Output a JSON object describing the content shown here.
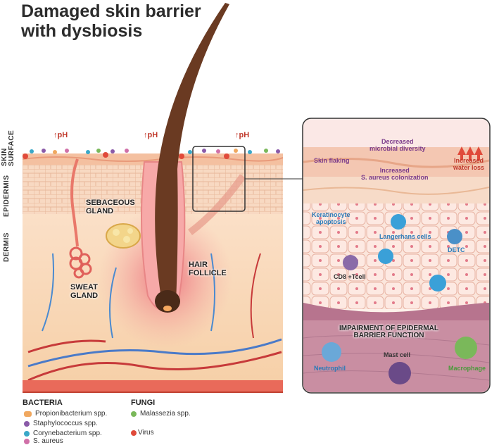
{
  "title_line1": "Damaged skin barrier",
  "title_line2": "with dysbiosis",
  "side_labels": {
    "skin_surface": "SKIN\nSURFACE",
    "epidermis": "EPIDERMIS",
    "dermis": "DERMIS"
  },
  "ph_label": "↑pH",
  "main_labels": {
    "sebaceous_gland": "SEBACEOUS\nGLAND",
    "hair_follicle": "HAIR\nFOLLICLE",
    "sweat_gland": "SWEAT\nGLAND"
  },
  "panel_labels": {
    "decreased_diversity": "Decreased\nmicrobial diversity",
    "skin_flaking": "Skin flaking",
    "increased_colonization": "Increased\nS. aureus colonization",
    "increased_water_loss": "Increased\nwater loss",
    "keratinocyte_apoptosis": "Keratinocyte\napoptosis",
    "langerhans_cells": "Langerhans cells",
    "detc": "DETC",
    "cd8_tcell": "CD8 +Tcell",
    "impairment": "IMPAIRMENT OF EPIDERMAL\nBARRIER FUNCTION",
    "neutrophil": "Neutrophil",
    "mast_cell": "Mast cell",
    "macrophage": "Macrophage"
  },
  "legend": {
    "bacteria_head": "BACTERIA",
    "fungi_head": "FUNGI",
    "bacteria": [
      {
        "label": "Propionibacterium spp.",
        "color": "#f0a860"
      },
      {
        "label": "Staphylococcus spp.",
        "color": "#8a5aa8"
      },
      {
        "label": "Corynebacterium spp.",
        "color": "#3aa8c8"
      },
      {
        "label": "S. aureus",
        "color": "#d070a8"
      }
    ],
    "fungi": [
      {
        "label": "Malassezia spp.",
        "color": "#7ab85a"
      },
      {
        "label": "Virus",
        "color": "#e04a3a"
      }
    ]
  },
  "colors": {
    "accent_red": "#c0392b",
    "panel_purple": "#7a3a8a",
    "panel_blue": "#2a7ab8",
    "panel_green": "#4a9a3a"
  }
}
